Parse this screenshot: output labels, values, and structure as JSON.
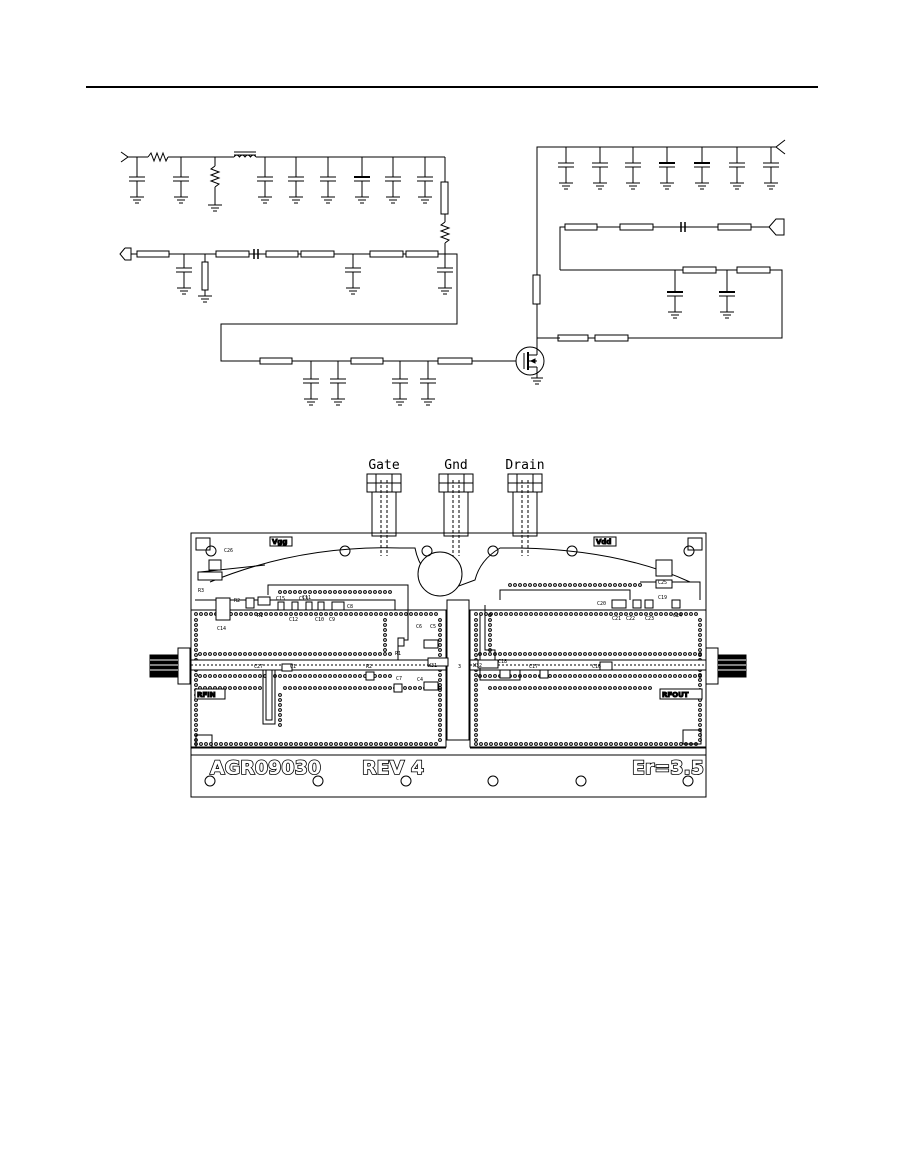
{
  "connectors": [
    {
      "label": "Gate"
    },
    {
      "label": "Gnd"
    },
    {
      "label": "Drain"
    }
  ],
  "board": {
    "labels": {
      "vgg": "Vgg",
      "vdd": "Vdd",
      "rfin": "RFIN",
      "rfout": "RFOUT",
      "part_number": "AGR09030",
      "revision": "REV 4",
      "er": "Er=3.5"
    },
    "component_labels": [
      "C26",
      "R3",
      "R2",
      "C15",
      "C13",
      "R1",
      "C12",
      "C11",
      "C10",
      "C9",
      "C8",
      "C14",
      "C6",
      "C5",
      "C7",
      "C4",
      "R1",
      "C27",
      "C1",
      "R2",
      "W31",
      "3",
      "W32",
      "C18",
      "C20",
      "C21",
      "C22",
      "C23",
      "C24",
      "C25",
      "C19",
      "C17",
      "C16"
    ]
  },
  "colors": {
    "ink": "#000000",
    "paper": "#ffffff"
  }
}
